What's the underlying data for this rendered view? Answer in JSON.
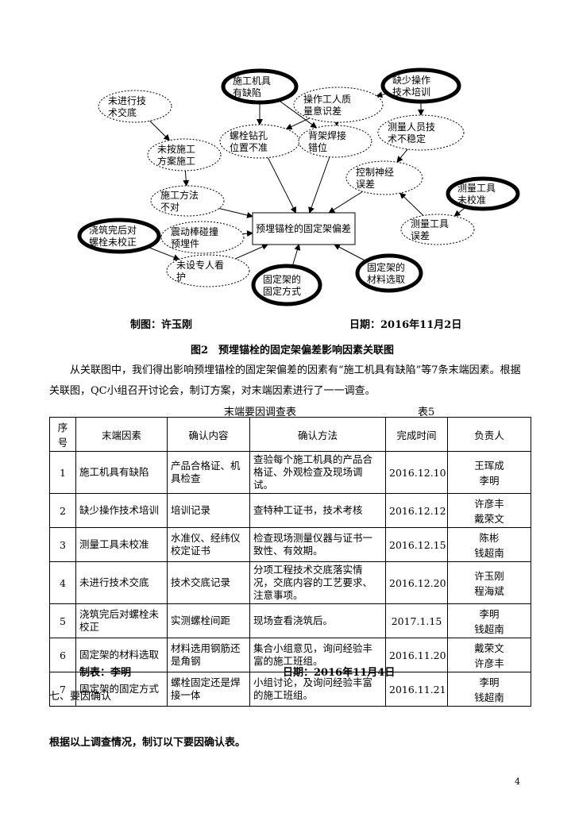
{
  "diagram": {
    "center": "预埋锚栓的固定架偏差",
    "nodes": [
      {
        "id": "n1",
        "lines": [
          "未进行技",
          "术交底"
        ],
        "dark": false
      },
      {
        "id": "n2",
        "lines": [
          "施工机具",
          "有缺陷"
        ],
        "dark": true
      },
      {
        "id": "n3",
        "lines": [
          "操作工人质",
          "量意识差"
        ],
        "dark": false
      },
      {
        "id": "n4",
        "lines": [
          "缺少操作",
          "技术培训"
        ],
        "dark": true
      },
      {
        "id": "n5",
        "lines": [
          "未按施工",
          "方案施工"
        ],
        "dark": false
      },
      {
        "id": "n6",
        "lines": [
          "螺栓钻孔",
          "位置不准"
        ],
        "dark": false
      },
      {
        "id": "n7",
        "lines": [
          "背架焊接",
          "错位"
        ],
        "dark": false
      },
      {
        "id": "n8",
        "lines": [
          "测量人员技",
          "术不稳定"
        ],
        "dark": false
      },
      {
        "id": "n9",
        "lines": [
          "控制神经",
          "误差"
        ],
        "dark": false
      },
      {
        "id": "n10",
        "lines": [
          "施工方法",
          "不对"
        ],
        "dark": false
      },
      {
        "id": "n11",
        "lines": [
          "测量工具",
          "未校准"
        ],
        "dark": true
      },
      {
        "id": "n12",
        "lines": [
          "浇筑完后对",
          "螺栓未校正"
        ],
        "dark": true
      },
      {
        "id": "n13",
        "lines": [
          "震动棒碰撞",
          "预埋件"
        ],
        "dark": false
      },
      {
        "id": "n14",
        "lines": [
          "测量工具",
          "误差"
        ],
        "dark": false
      },
      {
        "id": "n15",
        "lines": [
          "未设专人看",
          "护"
        ],
        "dark": false
      },
      {
        "id": "n16",
        "lines": [
          "固定架的",
          "固定方式"
        ],
        "dark": true
      },
      {
        "id": "n17",
        "lines": [
          "固定架的",
          "材料选取"
        ],
        "dark": true
      }
    ]
  },
  "credit1": {
    "maker": "制图：许玉刚",
    "date": "日期：2016年11月2日"
  },
  "fig_caption": "图2　预埋锚栓的固定架偏差影响因素关联图",
  "paragraph1": "从关联图中，我们得出影响预埋锚栓的固定架偏差的因素有“施工机具有缺陷”等7条末端因素。根据关联图，QC小组召开讨论会，制订方案，对末端因素进行了一一调查。",
  "table_title": "末端要因调查表",
  "table_no": "表5",
  "table": {
    "headers": [
      "序号",
      "末端因素",
      "确认内容",
      "确认方法",
      "完成时间",
      "负责人"
    ],
    "rows": [
      [
        "1",
        "施工机具有缺陷",
        "产品合格证、机具检查",
        "查验每个施工机具的产品合格证、外观检查及现场调试。",
        "2016.12.10",
        "王珲成\n李明"
      ],
      [
        "2",
        "缺少操作技术培训",
        "培训记录",
        "查特种工证书，技术考核",
        "2016.12.12",
        "许彦丰\n戴荣文"
      ],
      [
        "3",
        "测量工具未校准",
        "水准仪、经纬仪校定证书",
        "检查现场测量仪器与证书一致性、有效期。",
        "2016.12.15",
        "陈彬\n钱超南"
      ],
      [
        "4",
        "未进行技术交底",
        "技术交底记录",
        "分项工程技术交底落实情况，交底内容的工艺要求、注意事项。",
        "2016.12.20",
        "许玉刚\n程海斌"
      ],
      [
        "5",
        "浇筑完后对螺栓未校正",
        "实测螺栓间距",
        "现场查看浇筑后。",
        "2017.1.15",
        "李明\n钱超南"
      ],
      [
        "6",
        "固定架的材料选取",
        "材料选用钢筋还是角钢",
        "集合小组意见，询问经验丰富的施工班组。",
        "2016.11.20",
        "戴荣文\n许彦丰"
      ],
      [
        "7",
        "固定架的固定方式",
        "螺栓固定还是焊接一体",
        "小组讨论，及询问经验丰富的施工班组。",
        "2016.11.21",
        "李明\n钱超南"
      ]
    ]
  },
  "credit2": {
    "maker": "制表：李明",
    "date": "日期：2016年11月4日"
  },
  "section_heading": "七、要因确认",
  "paragraph2": "根据以上调查情况，制订以下要因确认表。",
  "page_number": "4"
}
